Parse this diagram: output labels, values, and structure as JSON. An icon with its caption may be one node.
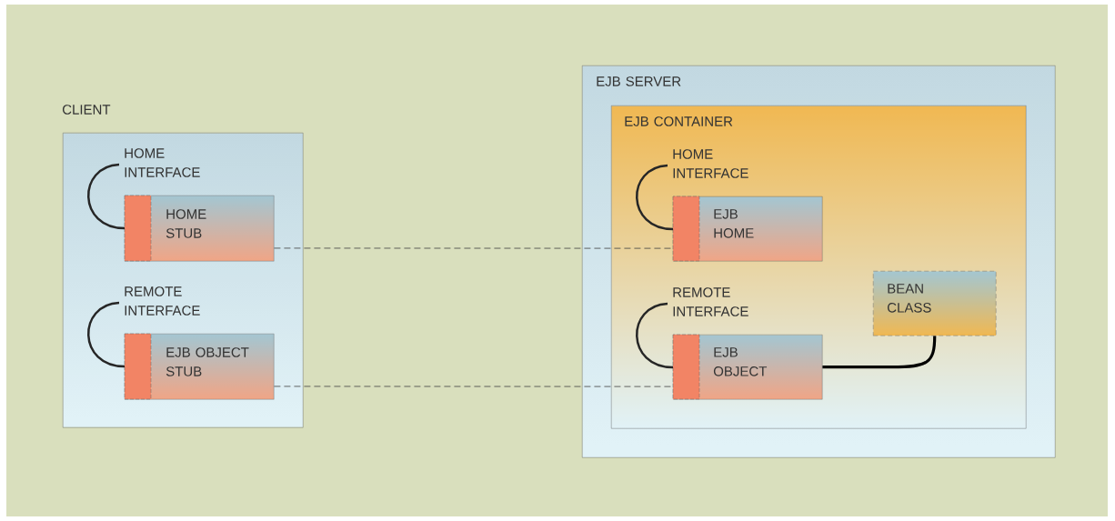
{
  "diagram": {
    "nodes": [
      {
        "text": [
          "CLIENT"
        ]
      },
      {
        "text": [
          "HOME STUB"
        ],
        "in": 0,
        "beside": [
          "HOME INTERFACE"
        ]
      },
      {
        "text": [
          "EJB OBJECT STUB"
        ],
        "in": 0,
        "beside": [
          "REMOTE INTERFACE"
        ]
      },
      {
        "text": [
          "EJB SERVER"
        ]
      },
      {
        "text": [
          "EJB CONTAINER"
        ],
        "in": 3
      },
      {
        "text": [
          "EJB HOME"
        ],
        "in": 4,
        "beside": [
          "HOME INTERFACE"
        ]
      },
      {
        "text": [
          "EJB OBJECT"
        ],
        "in": 4,
        "beside": [
          "REMOTE INTERFACE"
        ]
      },
      {
        "text": [
          "BEAN CLASS"
        ],
        "in": 4
      }
    ],
    "edges": [
      {
        "from": 1,
        "to": 5,
        "arrow": "none",
        "style": "dashed"
      },
      {
        "from": 2,
        "to": 6,
        "arrow": "none",
        "style": "dashed"
      },
      {
        "from": 6,
        "to": 7,
        "arrow": "none",
        "style": "thick"
      }
    ]
  }
}
